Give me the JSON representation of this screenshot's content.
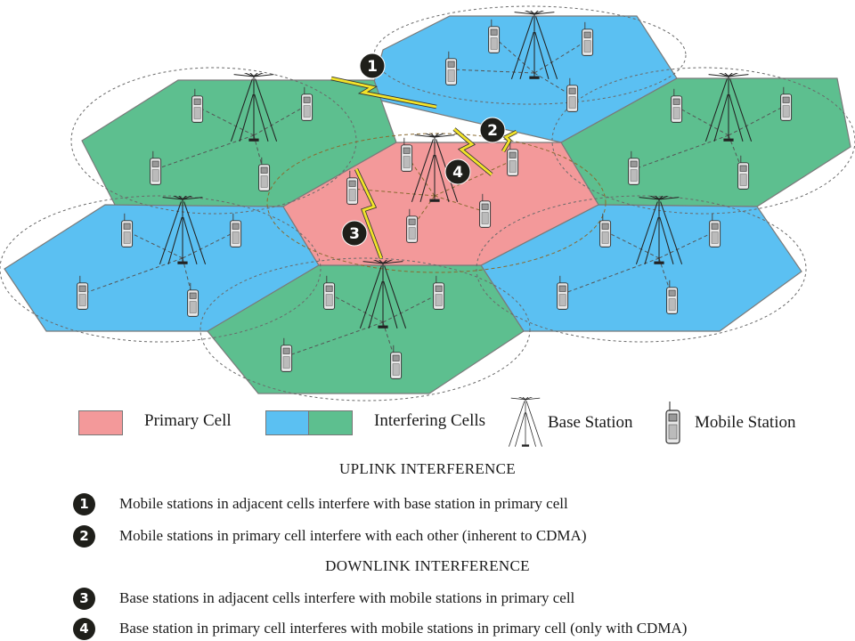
{
  "colors": {
    "primary_cell": "#f3999a",
    "interfering_blue": "#5bc0f2",
    "interfering_green": "#5dbf8f",
    "interference_link": "#f2e32a",
    "cell_border": "#7a7a7a"
  },
  "legend": {
    "primary_cell": "Primary Cell",
    "interfering_cells": "Interfering Cells",
    "base_station": "Base Station",
    "mobile_station": "Mobile Station"
  },
  "diagram": {
    "markers": [
      "1",
      "2",
      "3",
      "4"
    ]
  },
  "uplink": {
    "title": "UPLINK INTERFERENCE",
    "items": [
      {
        "num": "1",
        "text": "Mobile stations in adjacent cells interfere with base station in primary cell"
      },
      {
        "num": "2",
        "text": "Mobile stations in primary cell interfere with each other (inherent to CDMA)"
      }
    ]
  },
  "downlink": {
    "title": "DOWNLINK INTERFERENCE",
    "items": [
      {
        "num": "3",
        "text": "Base stations in adjacent cells interfere with mobile stations in primary cell"
      },
      {
        "num": "4",
        "text": "Base station in primary cell interferes with mobile stations in primary cell (only with CDMA)"
      }
    ]
  }
}
